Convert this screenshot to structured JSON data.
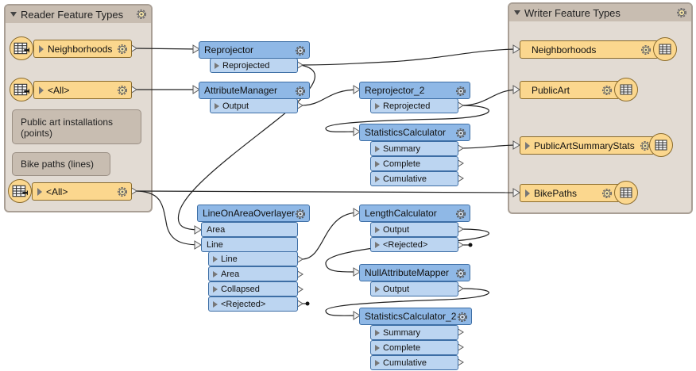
{
  "reader_bookmark": {
    "title": "Reader Feature Types"
  },
  "writer_bookmark": {
    "title": "Writer Feature Types"
  },
  "readers": [
    {
      "name": "Neighborhoods"
    },
    {
      "name": "<All>"
    },
    {
      "name": "<All>"
    }
  ],
  "annotations": [
    {
      "text": "Public art installations (points)"
    },
    {
      "text": "Bike paths (lines)"
    }
  ],
  "writers": [
    {
      "name": "Neighborhoods"
    },
    {
      "name": "PublicArt"
    },
    {
      "name": "PublicArtSummaryStats"
    },
    {
      "name": "BikePaths"
    }
  ],
  "transformers": {
    "reprojector": {
      "name": "Reprojector",
      "ports": [
        "Reprojected"
      ]
    },
    "attribute_manager": {
      "name": "AttributeManager",
      "ports": [
        "Output"
      ]
    },
    "reprojector_2": {
      "name": "Reprojector_2",
      "ports": [
        "Reprojected"
      ]
    },
    "statistics_calculator": {
      "name": "StatisticsCalculator",
      "ports": [
        "Summary",
        "Complete",
        "Cumulative"
      ]
    },
    "line_on_area": {
      "name": "LineOnAreaOverlayer",
      "inputs": [
        "Area",
        "Line"
      ],
      "ports": [
        "Line",
        "Area",
        "Collapsed",
        "<Rejected>"
      ]
    },
    "length_calculator": {
      "name": "LengthCalculator",
      "ports": [
        "Output",
        "<Rejected>"
      ]
    },
    "null_attribute_mapper": {
      "name": "NullAttributeMapper",
      "ports": [
        "Output"
      ]
    },
    "statistics_calculator_2": {
      "name": "StatisticsCalculator_2",
      "ports": [
        "Summary",
        "Complete",
        "Cumulative"
      ]
    }
  },
  "colors": {
    "reader_writer": "#fbd78e",
    "transformer": "#8fb8e6",
    "port": "#bcd5f1",
    "bookmark": "#e2dbd3",
    "wire": "#222222"
  }
}
